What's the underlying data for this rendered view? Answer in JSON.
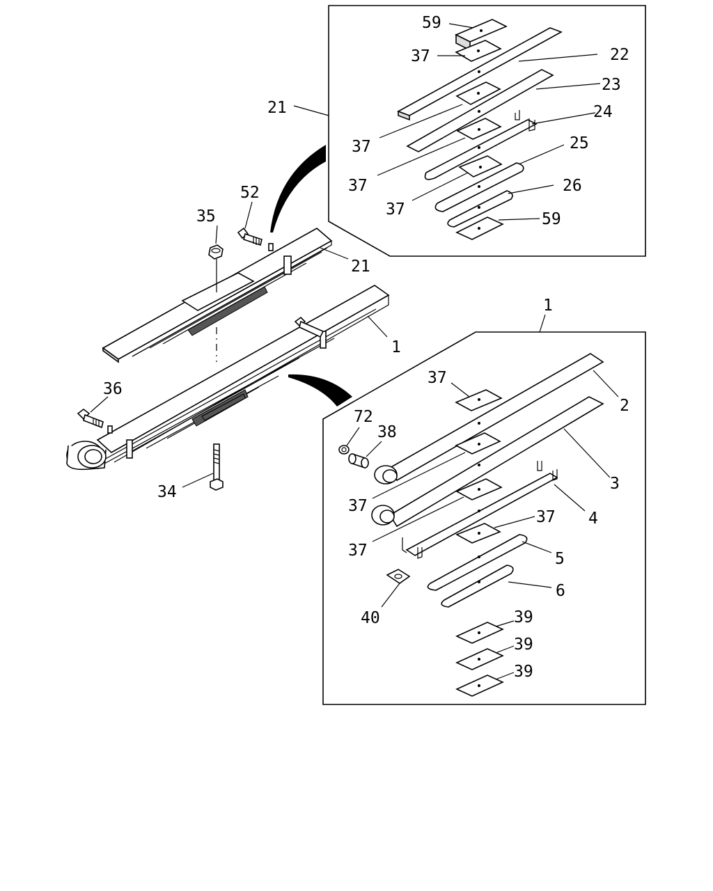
{
  "callouts": {
    "c59a": "59",
    "c37a": "37",
    "c22": "22",
    "c23": "23",
    "c21a": "21",
    "c37b": "37",
    "c24": "24",
    "c25": "25",
    "c37c": "37",
    "c37d": "37",
    "c26": "26",
    "c59b": "59",
    "c52": "52",
    "c35": "35",
    "c21b": "21",
    "c1a": "1",
    "c1b": "1",
    "c36": "36",
    "c34": "34",
    "c37e": "37",
    "c2": "2",
    "c72": "72",
    "c38": "38",
    "c3": "3",
    "c37f": "37",
    "c37g": "37",
    "c4": "4",
    "c37h": "37",
    "c5": "5",
    "c6": "6",
    "c40": "40",
    "c39a": "39",
    "c39b": "39",
    "c39c": "39"
  }
}
